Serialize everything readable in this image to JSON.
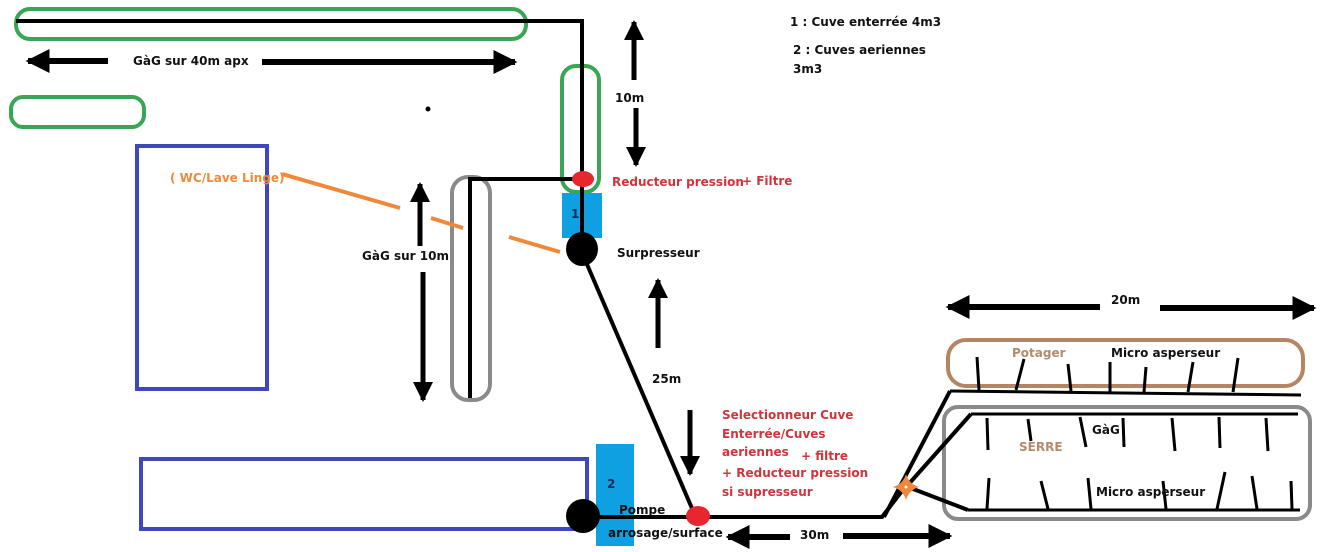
{
  "legend": {
    "item1": "1 : Cuve enterrée 4m3",
    "item2_line1": "2 : Cuves aeriennes",
    "item2_line2": "3m3"
  },
  "labels": {
    "gag_40m": "GàG sur 40m apx",
    "dist_10m": "10m",
    "reducteur_top": "Reducteur pression",
    "filtre_top": "+ Filtre",
    "wc_lave_linge": "( WC/Lave Linge)",
    "gag_10m": "GàG sur 10m",
    "tank1": "1",
    "surpresseur": "Surpresseur",
    "dist_25m": "25m",
    "selector_line1": "Selectionneur Cuve",
    "selector_line2": "Enterrée/Cuves",
    "selector_line3": "aeriennes",
    "selector_filtre": "+ filtre",
    "selector_line4": "+ Reducteur pression",
    "selector_line5": "si supresseur",
    "tank2": "2",
    "pompe_line1": "Pompe",
    "pompe_line2": "arrosage/surface",
    "dist_30m": "30m",
    "dist_20m": "20m",
    "potager": "Potager",
    "micro_top": "Micro asperseur",
    "gag_serre": "GàG",
    "serre": "SERRE",
    "micro_bottom": "Micro asperseur"
  },
  "colors": {
    "pipe": "#000000",
    "green_zone": "#3aa655",
    "building": "#3f48b8",
    "tank": "#0ea0e0",
    "valve": "#e8262e",
    "orange": "#f0883a",
    "grey_zone": "#8a8a8a",
    "potager": "#b58460"
  }
}
